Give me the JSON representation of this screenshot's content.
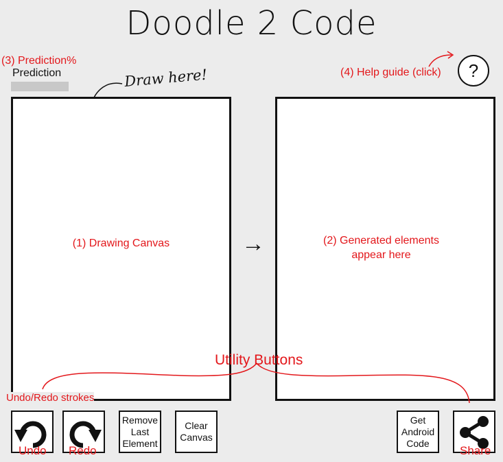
{
  "app": {
    "title": "Doodle 2 Code"
  },
  "prediction": {
    "label": "Prediction",
    "progress": 0
  },
  "help": {
    "symbol": "?"
  },
  "annotations": {
    "prediction_pct": "(3) Prediction%",
    "draw_here": "Draw here!",
    "help_guide": "(4) Help guide (click)",
    "drawing_canvas": "(1) Drawing Canvas",
    "generated_elements": "(2) Generated elements appear here",
    "utility_buttons": "Utility Buttons",
    "undo_redo": "Undo/Redo strokes",
    "undo": "Undo",
    "redo": "Redo",
    "share": "Share"
  },
  "arrow": {
    "symbol": "→"
  },
  "buttons": {
    "remove_last": "Remove\nLast\nElement",
    "clear_canvas": "Clear\nCanvas",
    "get_android_code": "Get\nAndroid\nCode"
  },
  "icons": [
    "undo-icon",
    "redo-icon",
    "share-icon",
    "help-icon",
    "arrow-right-icon"
  ],
  "colors": {
    "annotation": "#e3171b",
    "background": "#ececec",
    "border": "#111111"
  }
}
